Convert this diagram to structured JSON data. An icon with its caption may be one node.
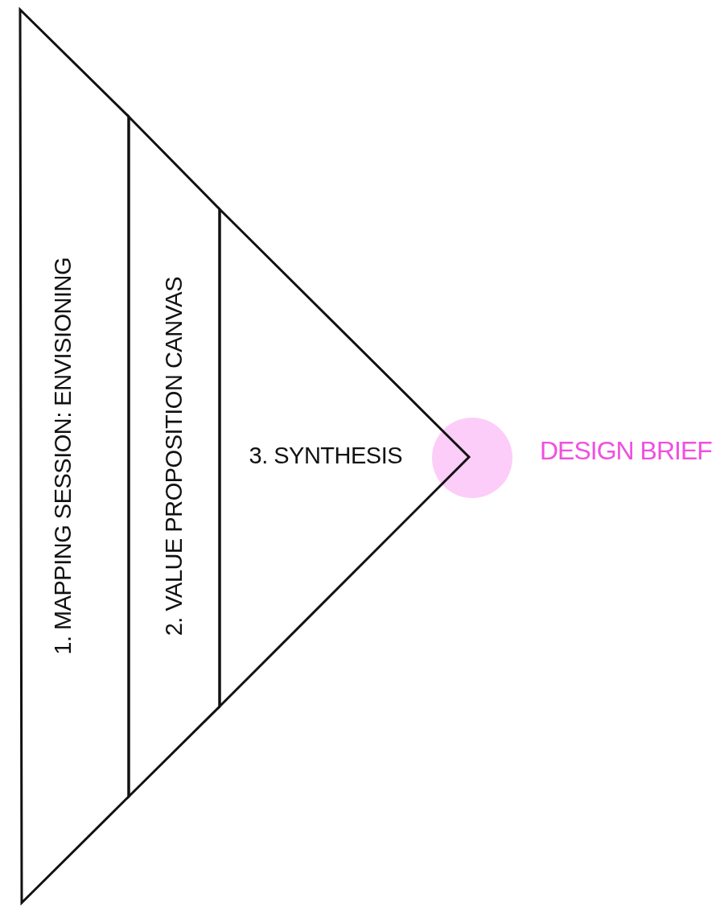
{
  "diagram": {
    "nodes": [
      {
        "text": [
          "1. MAPPING SESSION: ENVISIONING"
        ]
      },
      {
        "text": [
          "2. VALUE PROPOSITION CANVAS"
        ]
      },
      {
        "text": [
          "3. SYNTHESIS"
        ]
      },
      {
        "text": [],
        "shape": "circle",
        "beside": [
          "DESIGN BRIEF"
        ]
      }
    ]
  }
}
